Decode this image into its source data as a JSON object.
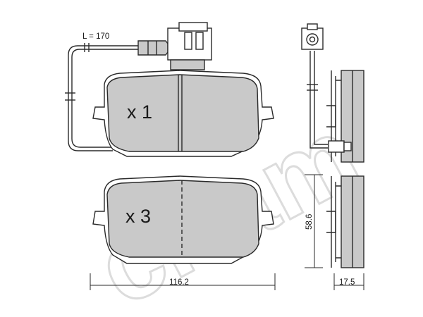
{
  "labels": {
    "wire_length": "L = 170",
    "qty_top": "x 1",
    "qty_bottom": "x 3",
    "width_dim": "116.2",
    "height_dim": "58.6",
    "thickness_dim": "17.5"
  },
  "watermark": {
    "text": "cifam"
  },
  "colors": {
    "pad_fill": "#c9c9c9",
    "line": "#2a2a2a",
    "watermark": "#dcdcdc",
    "background": "#ffffff"
  }
}
